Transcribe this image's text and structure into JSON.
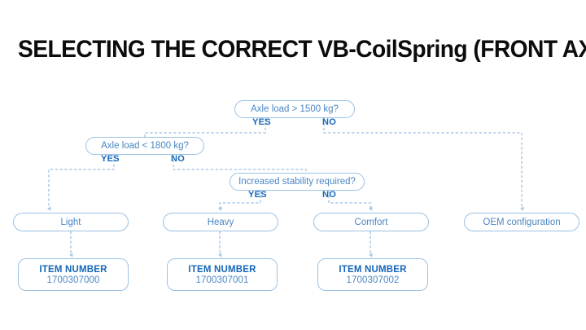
{
  "page": {
    "title": "SELECTING THE CORRECT VB-CoilSpring (FRONT AXLE)",
    "background_color": "#ffffff",
    "title_color": "#0c0c0c",
    "node_border_color": "#9cc2e3",
    "node_text_color": "#4a86c4",
    "branch_label_color": "#1567b8",
    "connector_color": "#a8c9e8"
  },
  "decisions": [
    {
      "id": "axle-load-1500",
      "question": "Axle load > 1500 kg?",
      "yes_label": "YES",
      "no_label": "NO"
    },
    {
      "id": "axle-load-1800",
      "question": "Axle load < 1800 kg?",
      "yes_label": "YES",
      "no_label": "NO"
    },
    {
      "id": "increased-stability",
      "question": "Increased stability required?",
      "yes_label": "YES",
      "no_label": "NO"
    }
  ],
  "results": [
    {
      "id": "light",
      "label": "Light"
    },
    {
      "id": "heavy",
      "label": "Heavy"
    },
    {
      "id": "comfort",
      "label": "Comfort"
    },
    {
      "id": "oem",
      "label": "OEM configuration"
    }
  ],
  "item_boxes": [
    {
      "id": "item-light",
      "title": "ITEM NUMBER",
      "number": "1700307000"
    },
    {
      "id": "item-heavy",
      "title": "ITEM NUMBER",
      "number": "1700307001"
    },
    {
      "id": "item-comfort",
      "title": "ITEM NUMBER",
      "number": "1700307002"
    }
  ]
}
